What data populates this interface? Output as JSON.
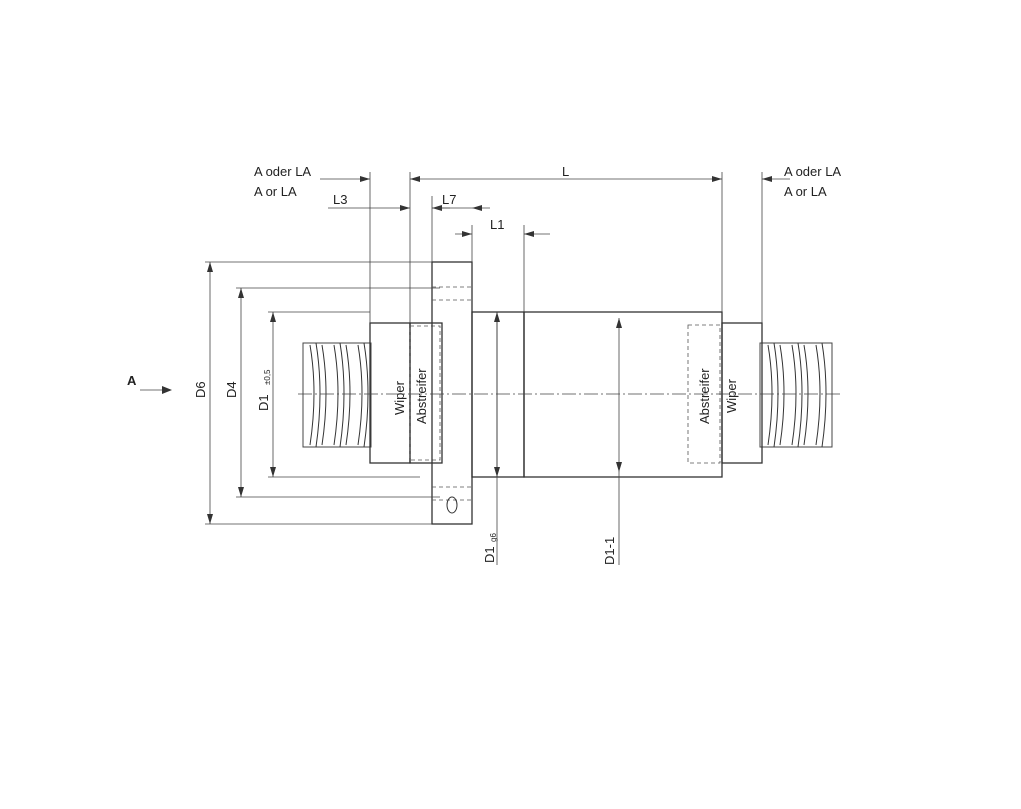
{
  "labels": {
    "a_oder_la_left": "A oder LA",
    "a_or_la_left": "A or LA",
    "a_oder_la_right": "A oder LA",
    "a_or_la_right": "A or LA",
    "L": "L",
    "L3": "L3",
    "L7": "L7",
    "L1": "L1",
    "view_A": "A",
    "D6": "D6",
    "D4": "D4",
    "D1_tol": "D1",
    "D1_tol_sub": "±0,5",
    "D1_g6": "D1",
    "D1_g6_sub": "g6",
    "D1_1": "D1-1",
    "wiper_left": "Wiper",
    "abstreifer_left": "Abstreifer",
    "abstreifer_right": "Abstreifer",
    "wiper_right": "Wiper"
  },
  "colors": {
    "line": "#333333",
    "text": "#222222",
    "background": "#ffffff"
  }
}
